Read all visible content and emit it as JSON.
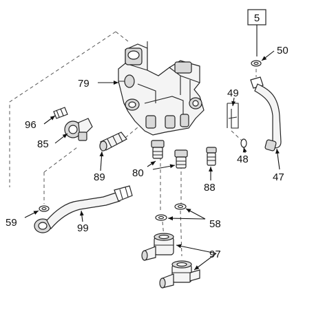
{
  "callouts": {
    "c5": "5",
    "c50": "50",
    "c79": "79",
    "c49": "49",
    "c96": "96",
    "c85": "85",
    "c48": "48",
    "c47": "47",
    "c89": "89",
    "c80": "80",
    "c88": "88",
    "c59": "59",
    "c99": "99",
    "c58": "58",
    "c97": "97"
  }
}
